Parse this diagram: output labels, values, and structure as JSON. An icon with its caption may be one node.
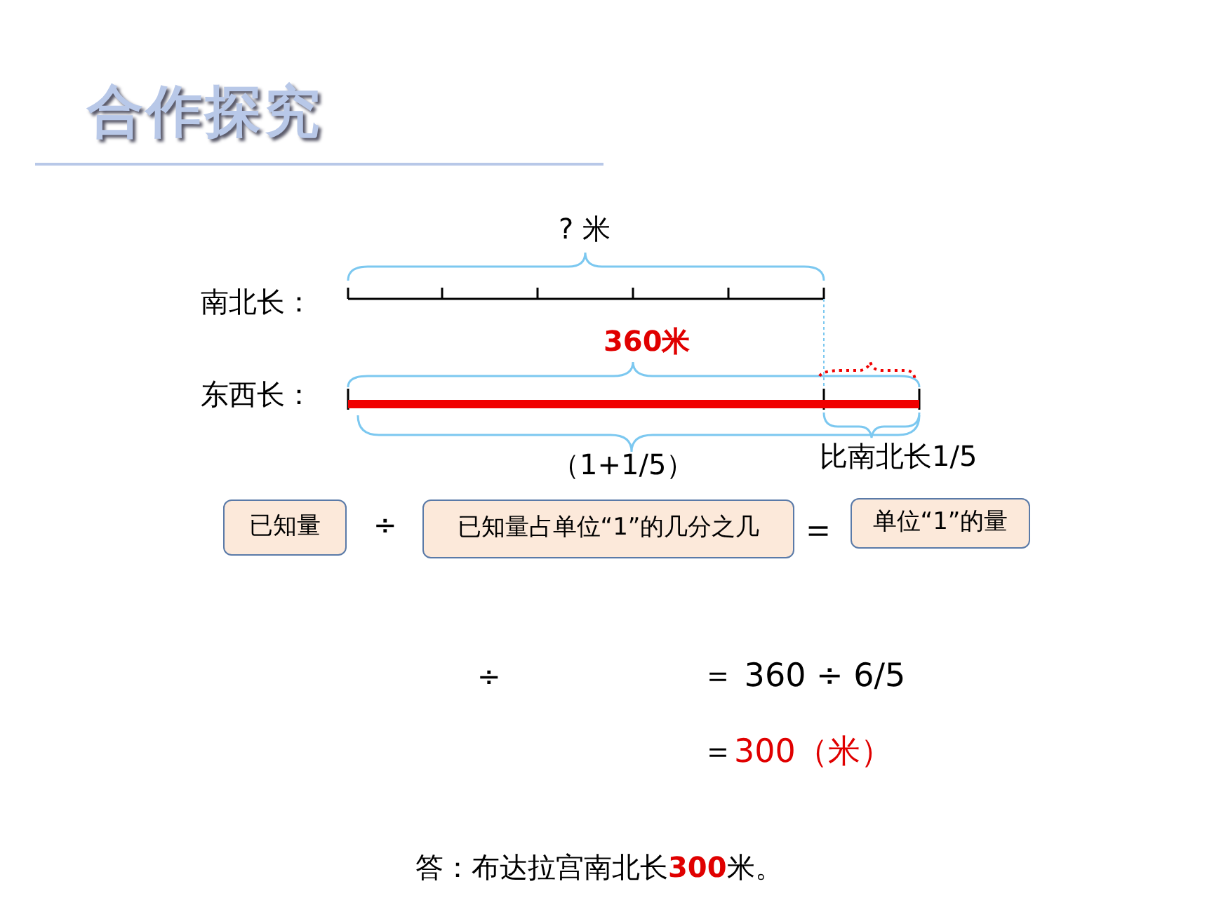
{
  "diagram": {
    "title": "合作探究",
    "nodes": [
      {
        "text": [
          "已知量"
        ]
      },
      {
        "text": [
          "已知量占单位“1”的几分之几"
        ]
      },
      {
        "text": [
          "单位“1”的量"
        ]
      }
    ],
    "labels": [
      "? 米",
      "南北长：",
      "360米",
      "东西长：",
      "（1+1/5）",
      "比南北长1/5",
      "÷",
      "＝",
      "÷",
      "＝ 360 ÷ 6/5",
      "＝**300（米）**",
      "答：布达拉宫南北长**300**米。"
    ]
  }
}
